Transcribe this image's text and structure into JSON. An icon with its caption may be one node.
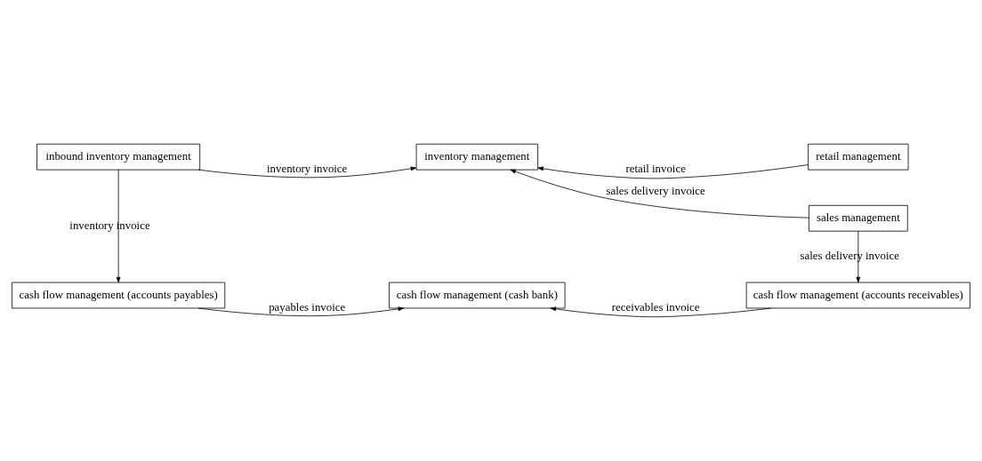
{
  "diagram": {
    "nodes": [
      {
        "text": [
          "inbound inventory management"
        ]
      },
      {
        "text": [
          "inventory management"
        ]
      },
      {
        "text": [
          "retail management"
        ]
      },
      {
        "text": [
          "sales management"
        ]
      },
      {
        "text": [
          "cash flow management (accounts payables)"
        ]
      },
      {
        "text": [
          "cash flow management (cash bank)"
        ]
      },
      {
        "text": [
          "cash flow management (accounts receivables)"
        ]
      }
    ],
    "edges": [
      {
        "from": 0,
        "to": 1,
        "arrow": "to",
        "label": "inventory invoice"
      },
      {
        "from": 2,
        "to": 1,
        "arrow": "to",
        "label": "retail invoice"
      },
      {
        "from": 3,
        "to": 1,
        "arrow": "to",
        "label": "sales delivery invoice"
      },
      {
        "from": 0,
        "to": 4,
        "arrow": "to",
        "label": "inventory invoice"
      },
      {
        "from": 3,
        "to": 6,
        "arrow": "to",
        "label": "sales delivery invoice"
      },
      {
        "from": 4,
        "to": 5,
        "arrow": "to",
        "label": "payables invoice"
      },
      {
        "from": 6,
        "to": 5,
        "arrow": "to",
        "label": "receivables invoice"
      }
    ]
  }
}
